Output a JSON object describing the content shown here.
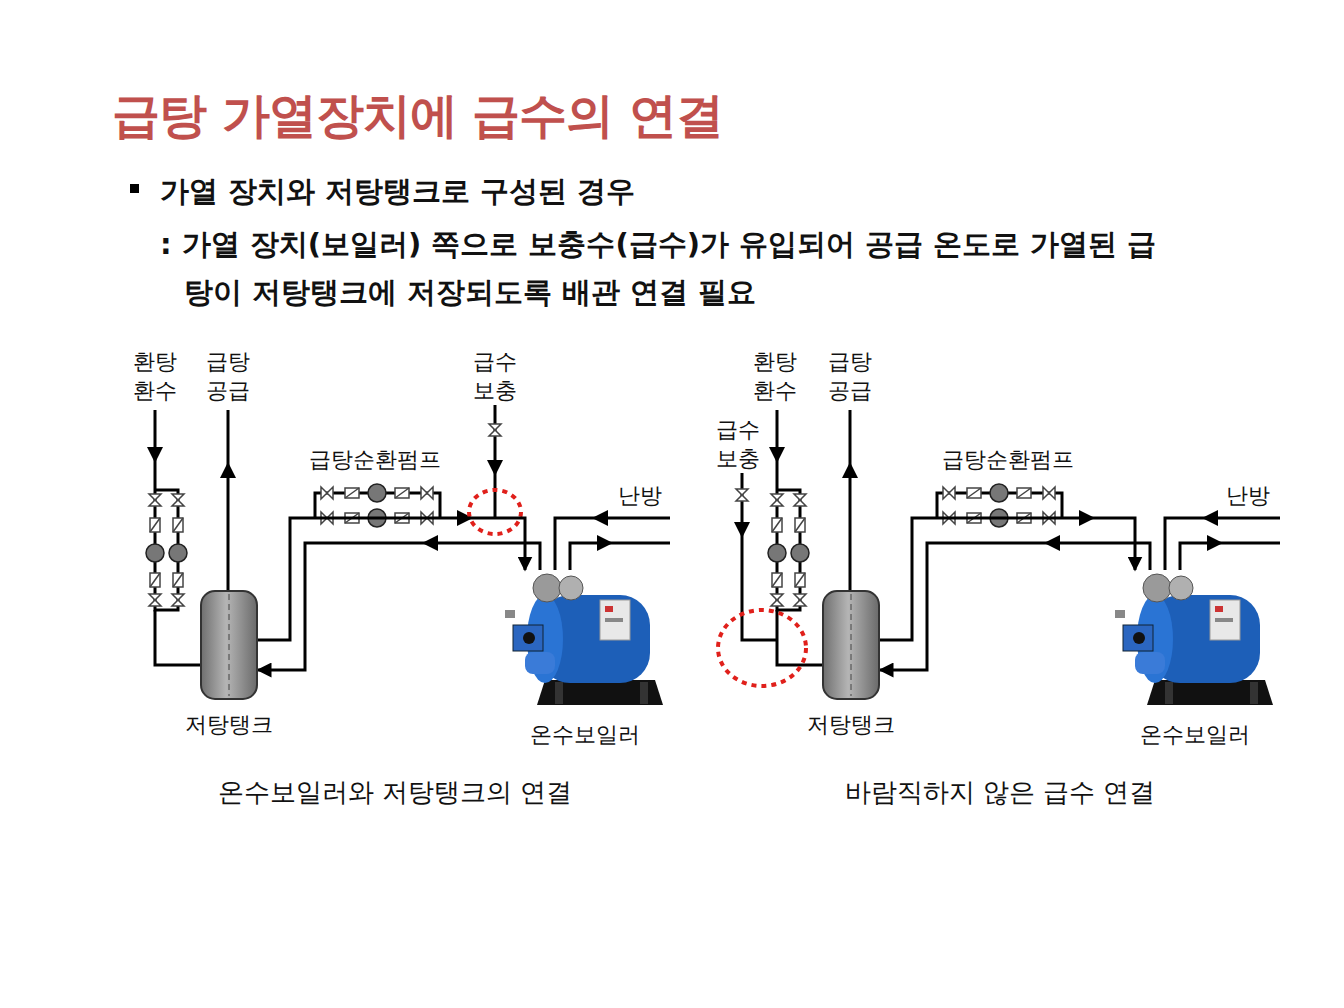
{
  "diagram": {
    "title": "급탕 가열장치에 급수의 연결",
    "nodes": [
      {
        "text": [
          "저탕탱크"
        ]
      },
      {
        "text": [
          "온수보일러"
        ]
      },
      {
        "text": [
          "저탕탱크"
        ]
      },
      {
        "text": [
          "온수보일러"
        ]
      }
    ],
    "edges": [
      {
        "from": 0,
        "to": 1,
        "arrow": "to"
      },
      {
        "from": 1,
        "to": 0,
        "arrow": "to"
      },
      {
        "from": 2,
        "to": 3,
        "arrow": "to"
      },
      {
        "from": 3,
        "to": 2,
        "arrow": "to"
      }
    ],
    "labels": [
      "가열 장치와 저탕탱크로 구성된 경우",
      ": 가열 장치(보일러) 쪽으로 보충수(급수)가 유입되어 공급 온도로 가열된 급탕이 저탕탱크에 저장되도록 배관 연결 필요",
      "환탕 환수",
      "급탕 공급",
      "급수 보충",
      "급탕순환펌프",
      "난방",
      "온수보일러와 저탕탱크의 연결",
      "환탕 환수",
      "급탕 공급",
      "급수 보충",
      "급탕순환펌프",
      "난방",
      "바람직하지 않은 급수 연결"
    ]
  }
}
